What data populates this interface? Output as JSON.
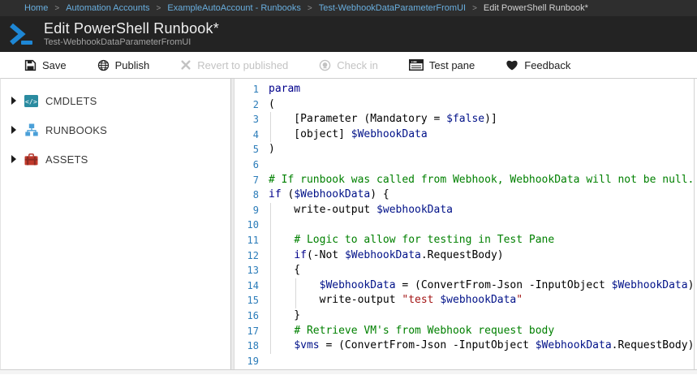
{
  "breadcrumb": {
    "separator": ">",
    "items": [
      "Home",
      "Automation Accounts",
      "ExampleAutoAccount - Runbooks",
      "Test-WebhookDataParameterFromUI"
    ],
    "current": "Edit PowerShell Runbook*"
  },
  "header": {
    "title": "Edit PowerShell Runbook*",
    "subtitle": "Test-WebhookDataParameterFromUI",
    "icon_color": "#1e87d5"
  },
  "toolbar": {
    "buttons": [
      {
        "label": "Save",
        "icon": "save-icon",
        "enabled": true
      },
      {
        "label": "Publish",
        "icon": "publish-icon",
        "enabled": true
      },
      {
        "label": "Revert to published",
        "icon": "revert-icon",
        "enabled": false
      },
      {
        "label": "Check in",
        "icon": "checkin-icon",
        "enabled": false
      },
      {
        "label": "Test pane",
        "icon": "test-pane-icon",
        "enabled": true
      },
      {
        "label": "Feedback",
        "icon": "feedback-heart-icon",
        "enabled": true
      }
    ]
  },
  "sidebar": {
    "items": [
      {
        "label": "CMDLETS",
        "icon": "cmdlets-icon"
      },
      {
        "label": "RUNBOOKS",
        "icon": "runbooks-icon"
      },
      {
        "label": "ASSETS",
        "icon": "assets-icon"
      }
    ]
  },
  "editor": {
    "language": "powershell",
    "colors": {
      "keyword": "#00008B",
      "variable": "#001188",
      "string": "#A31515",
      "comment": "#008000",
      "plain": "#000000",
      "line_number": "#2B7CB9"
    },
    "indent_guides": [
      {
        "from": 3,
        "to": 4,
        "level": 0
      },
      {
        "from": 9,
        "to": 18,
        "level": 0
      },
      {
        "from": 14,
        "to": 15,
        "level": 1
      }
    ],
    "lines": [
      {
        "n": 1,
        "tokens": [
          {
            "t": "param",
            "c": "keyword"
          }
        ]
      },
      {
        "n": 2,
        "tokens": [
          {
            "t": "(",
            "c": "plain"
          }
        ]
      },
      {
        "n": 3,
        "tokens": [
          {
            "t": "    [Parameter (Mandatory = ",
            "c": "plain"
          },
          {
            "t": "$false",
            "c": "variable"
          },
          {
            "t": ")]",
            "c": "plain"
          }
        ]
      },
      {
        "n": 4,
        "tokens": [
          {
            "t": "    [object] ",
            "c": "plain"
          },
          {
            "t": "$WebhookData",
            "c": "variable"
          }
        ]
      },
      {
        "n": 5,
        "tokens": [
          {
            "t": ")",
            "c": "plain"
          }
        ]
      },
      {
        "n": 6,
        "tokens": []
      },
      {
        "n": 7,
        "tokens": [
          {
            "t": "# If runbook was called from Webhook, WebhookData will not be null.",
            "c": "comment"
          }
        ]
      },
      {
        "n": 8,
        "tokens": [
          {
            "t": "if",
            "c": "keyword"
          },
          {
            "t": " (",
            "c": "plain"
          },
          {
            "t": "$WebhookData",
            "c": "variable"
          },
          {
            "t": ") {",
            "c": "plain"
          }
        ]
      },
      {
        "n": 9,
        "tokens": [
          {
            "t": "    write-output ",
            "c": "plain"
          },
          {
            "t": "$webhookData",
            "c": "variable"
          }
        ]
      },
      {
        "n": 10,
        "tokens": []
      },
      {
        "n": 11,
        "tokens": [
          {
            "t": "    ",
            "c": "plain"
          },
          {
            "t": "# Logic to allow for testing in Test Pane",
            "c": "comment"
          }
        ]
      },
      {
        "n": 12,
        "tokens": [
          {
            "t": "    ",
            "c": "plain"
          },
          {
            "t": "if",
            "c": "keyword"
          },
          {
            "t": "(-Not ",
            "c": "plain"
          },
          {
            "t": "$WebhookData",
            "c": "variable"
          },
          {
            "t": ".RequestBody)",
            "c": "plain"
          }
        ]
      },
      {
        "n": 13,
        "tokens": [
          {
            "t": "    {",
            "c": "plain"
          }
        ]
      },
      {
        "n": 14,
        "tokens": [
          {
            "t": "        ",
            "c": "plain"
          },
          {
            "t": "$WebhookData",
            "c": "variable"
          },
          {
            "t": " = (ConvertFrom-Json -InputObject ",
            "c": "plain"
          },
          {
            "t": "$WebhookData",
            "c": "variable"
          },
          {
            "t": ")",
            "c": "plain"
          }
        ]
      },
      {
        "n": 15,
        "tokens": [
          {
            "t": "        write-output ",
            "c": "plain"
          },
          {
            "t": "\"test ",
            "c": "string"
          },
          {
            "t": "$webhookData",
            "c": "variable"
          },
          {
            "t": "\"",
            "c": "string"
          }
        ]
      },
      {
        "n": 16,
        "tokens": [
          {
            "t": "    }",
            "c": "plain"
          }
        ]
      },
      {
        "n": 17,
        "tokens": [
          {
            "t": "    ",
            "c": "plain"
          },
          {
            "t": "# Retrieve VM's from Webhook request body",
            "c": "comment"
          }
        ]
      },
      {
        "n": 18,
        "tokens": [
          {
            "t": "    ",
            "c": "plain"
          },
          {
            "t": "$vms",
            "c": "variable"
          },
          {
            "t": " = (ConvertFrom-Json -InputObject ",
            "c": "plain"
          },
          {
            "t": "$WebhookData",
            "c": "variable"
          },
          {
            "t": ".RequestBody)",
            "c": "plain"
          }
        ]
      },
      {
        "n": 19,
        "tokens": []
      }
    ]
  }
}
